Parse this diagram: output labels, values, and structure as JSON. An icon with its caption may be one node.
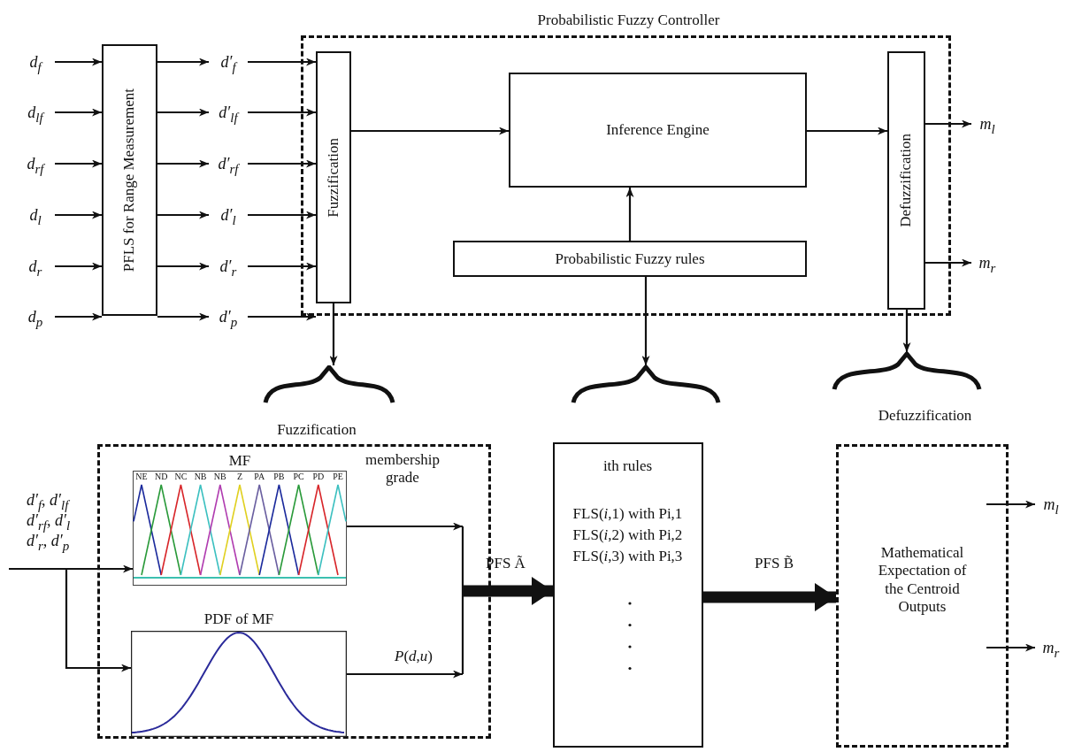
{
  "diagram": {
    "nodes": [
      {
        "text": [
          "Probabilistic Fuzzy Controller"
        ]
      },
      {
        "text": [
          "PFLS for Range Measurement"
        ]
      },
      {
        "text": [
          "Fuzzification"
        ],
        "in": 0
      },
      {
        "text": [
          "Inference Engine"
        ],
        "in": 0
      },
      {
        "text": [
          "Probabilistic Fuzzy rules"
        ],
        "in": 0
      },
      {
        "text": [
          "Defuzzification"
        ],
        "in": 0
      },
      {
        "text": [
          "d$_{f}$"
        ]
      },
      {
        "text": [
          "d$_{lf}$"
        ]
      },
      {
        "text": [
          "d$_{rf}$"
        ]
      },
      {
        "text": [
          "d$_{l}$"
        ]
      },
      {
        "text": [
          "d$_{r}$"
        ]
      },
      {
        "text": [
          "d$_{p}$"
        ]
      },
      {
        "text": [
          "d′$_{f}$"
        ]
      },
      {
        "text": [
          "d′$_{lf}$"
        ]
      },
      {
        "text": [
          "d′$_{rf}$"
        ]
      },
      {
        "text": [
          "d′$_{l}$"
        ]
      },
      {
        "text": [
          "d′$_{r}$"
        ]
      },
      {
        "text": [
          "d′$_{p}$"
        ]
      },
      {
        "text": [
          "m$_{l}$"
        ]
      },
      {
        "text": [
          "m$_{r}$"
        ]
      },
      {
        "text": [
          "Fuzzification"
        ]
      },
      {
        "text": [
          "MF"
        ],
        "in": 20
      },
      {
        "text": [
          "PDF of MF"
        ],
        "in": 20
      },
      {
        "text": [
          "ith rules",
          "FLS(*i*,1) with Pi,1",
          "FLS(*i*,2) with Pi,2",
          "FLS(*i*,3) with Pi,3"
        ]
      },
      {
        "text": [
          "Defuzzification",
          "Mathematical Expectation of the Centroid Outputs"
        ]
      },
      {
        "text": [
          "m$_{l}$"
        ]
      },
      {
        "text": [
          "m$_{r}$"
        ]
      },
      {
        "text": [],
        "shape": "brace"
      },
      {
        "text": [],
        "shape": "brace"
      },
      {
        "text": [],
        "shape": "brace"
      }
    ],
    "edges": [
      {
        "from": 6,
        "to": 1,
        "arrow": "to"
      },
      {
        "from": 7,
        "to": 1,
        "arrow": "to"
      },
      {
        "from": 8,
        "to": 1,
        "arrow": "to"
      },
      {
        "from": 9,
        "to": 1,
        "arrow": "to"
      },
      {
        "from": 10,
        "to": 1,
        "arrow": "to"
      },
      {
        "from": 11,
        "to": 1,
        "arrow": "to"
      },
      {
        "from": 1,
        "to": 12,
        "arrow": "to"
      },
      {
        "from": 1,
        "to": 13,
        "arrow": "to"
      },
      {
        "from": 1,
        "to": 14,
        "arrow": "to"
      },
      {
        "from": 1,
        "to": 15,
        "arrow": "to"
      },
      {
        "from": 1,
        "to": 16,
        "arrow": "to"
      },
      {
        "from": 1,
        "to": 17,
        "arrow": "to"
      },
      {
        "from": 12,
        "to": 2,
        "arrow": "to"
      },
      {
        "from": 13,
        "to": 2,
        "arrow": "to"
      },
      {
        "from": 14,
        "to": 2,
        "arrow": "to"
      },
      {
        "from": 15,
        "to": 2,
        "arrow": "to"
      },
      {
        "from": 16,
        "to": 2,
        "arrow": "to"
      },
      {
        "from": 17,
        "to": 2,
        "arrow": "to"
      },
      {
        "from": 2,
        "to": 3,
        "arrow": "to"
      },
      {
        "from": 4,
        "to": 3,
        "arrow": "to"
      },
      {
        "from": 3,
        "to": 5,
        "arrow": "to"
      },
      {
        "from": 5,
        "to": 18,
        "arrow": "to"
      },
      {
        "from": 5,
        "to": 19,
        "arrow": "to"
      },
      {
        "from": 2,
        "to": 27,
        "arrow": "to"
      },
      {
        "from": 4,
        "to": 28,
        "arrow": "to"
      },
      {
        "from": 5,
        "to": 29,
        "arrow": "to"
      },
      {
        "from": null,
        "to": 21,
        "arrow": "to"
      },
      {
        "from": null,
        "to": 22,
        "arrow": "to"
      },
      {
        "from": 21,
        "to": 23,
        "arrow": "to",
        "label": "membership grade"
      },
      {
        "from": 22,
        "to": 23,
        "arrow": "to",
        "label": "*P*(*d*,*u*)"
      },
      {
        "from": 23,
        "to": 24,
        "arrow": "to",
        "label": "PFS B̃",
        "style": "thick"
      },
      {
        "from": 24,
        "to": 25,
        "arrow": "to"
      },
      {
        "from": 24,
        "to": 26,
        "arrow": "to"
      }
    ],
    "labels": [
      "NE",
      "ND",
      "NC",
      "NB",
      "NB",
      "Z",
      "PA",
      "PB",
      "PC",
      "PD",
      "PE",
      "d′$_{f}$, d′$_{lf}$",
      "d′$_{rf}$, d′$_{l}$",
      "d′$_{r}$, d′$_{p}$",
      "PFS Ã"
    ]
  }
}
